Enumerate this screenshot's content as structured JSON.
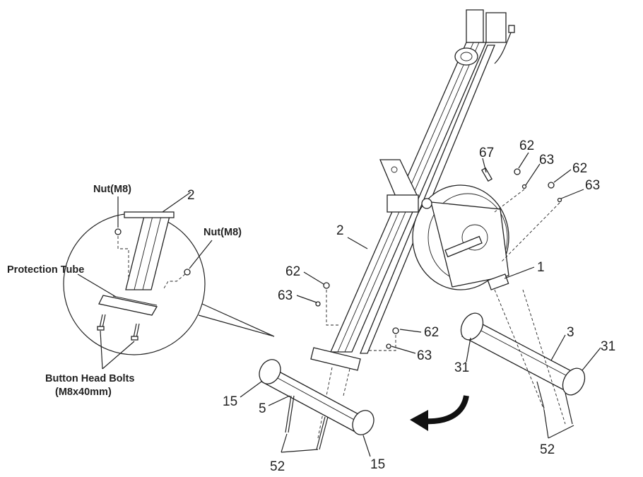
{
  "callouts": {
    "frame_top": "2",
    "frame_main": "2",
    "pin": "67",
    "nut_a": "62",
    "washer_a": "63",
    "nut_b": "62",
    "washer_b": "63",
    "flywheel": "1",
    "nut_c": "62",
    "washer_c": "63",
    "nut_d": "62",
    "washer_d": "63",
    "rear_tube": "3",
    "rear_cap_left": "31",
    "rear_cap_right": "31",
    "front_cap_left": "15",
    "front_tube": "5",
    "front_cap_right": "15",
    "front_bolts": "52",
    "rear_bolts": "52"
  },
  "inset": {
    "nut_top": "Nut(M8)",
    "nut_right": "Nut(M8)",
    "protection_tube": "Protection Tube",
    "bolts_line1": "Button Head Bolts",
    "bolts_line2": "(M8x40mm)"
  }
}
